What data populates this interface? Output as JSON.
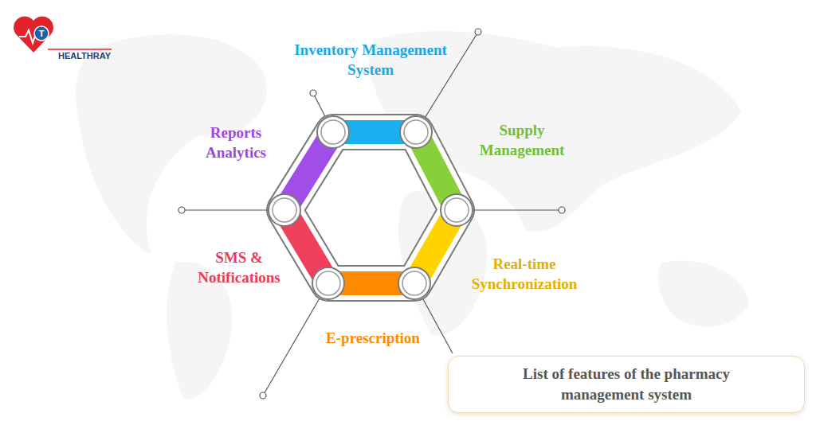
{
  "diagram": {
    "caption": "List of features of the pharmacy management system",
    "labels": [
      "T",
      "HEALTHRAY",
      "Inventory Management System",
      "Supply Management",
      "Real-time Synchronization",
      "E-prescription",
      "SMS & Notifications",
      "Reports Analytics"
    ]
  }
}
